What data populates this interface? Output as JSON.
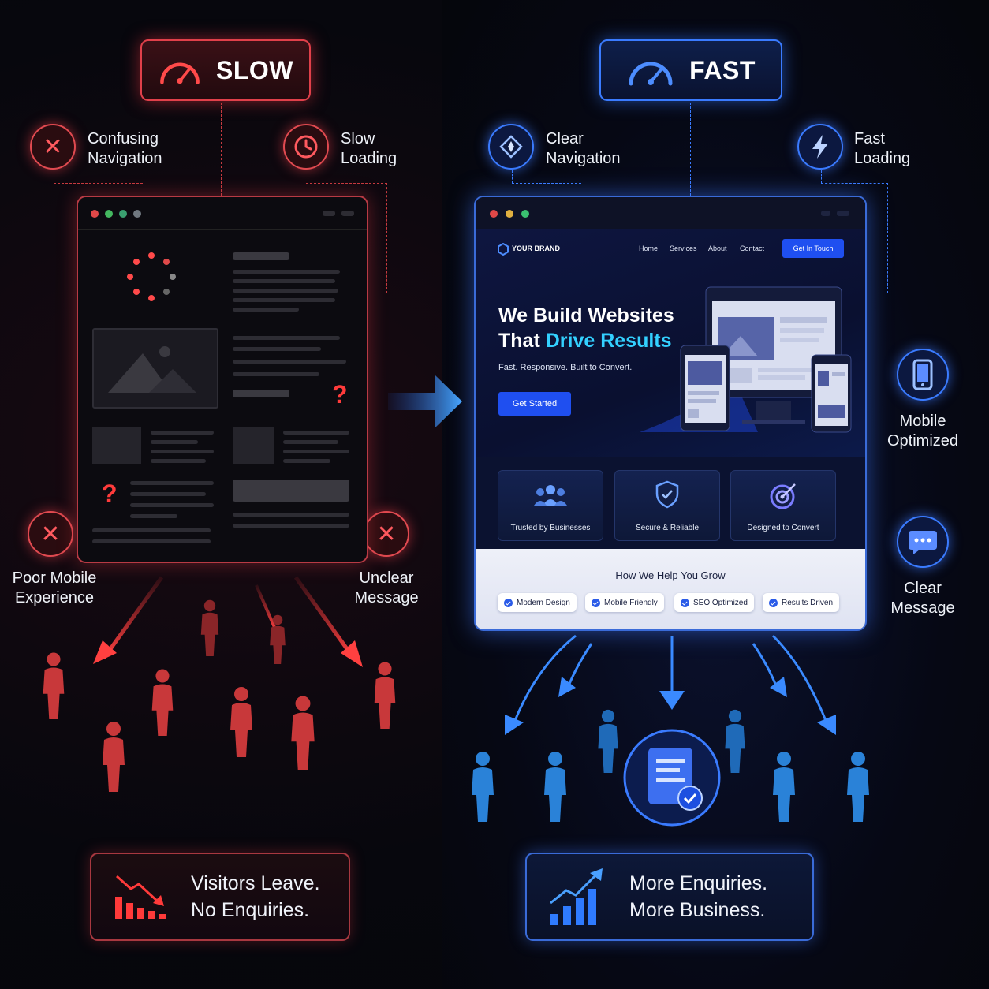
{
  "slow": {
    "title": "SLOW",
    "features": {
      "confusing_navigation": "Confusing\nNavigation",
      "slow_loading": "Slow\nLoading",
      "poor_mobile": "Poor Mobile\nExperience",
      "unclear_message": "Unclear\nMessage"
    },
    "result": "Visitors Leave.\nNo Enquiries.",
    "accent_color": "#e0404a"
  },
  "fast": {
    "title": "FAST",
    "features": {
      "clear_navigation": "Clear\nNavigation",
      "fast_loading": "Fast\nLoading",
      "mobile_optimized": "Mobile\nOptimized",
      "clear_message": "Clear\nMessage"
    },
    "result": "More Enquiries.\nMore Business.",
    "accent_color": "#3a7bff"
  },
  "site": {
    "brand": "YOUR BRAND",
    "nav": [
      "Home",
      "Services",
      "About",
      "Contact"
    ],
    "cta_nav": "Get In Touch",
    "headline_1": "We Build Websites",
    "headline_2a": "That ",
    "headline_2b": "Drive Results",
    "subhead": "Fast. Responsive. Built to Convert.",
    "cta": "Get Started",
    "cards": [
      "Trusted by Businesses",
      "Secure & Reliable",
      "Designed to Convert"
    ],
    "section_title": "How We Help You Grow",
    "pills": [
      "Modern Design",
      "Mobile Friendly",
      "SEO Optimized",
      "Results Driven"
    ]
  }
}
